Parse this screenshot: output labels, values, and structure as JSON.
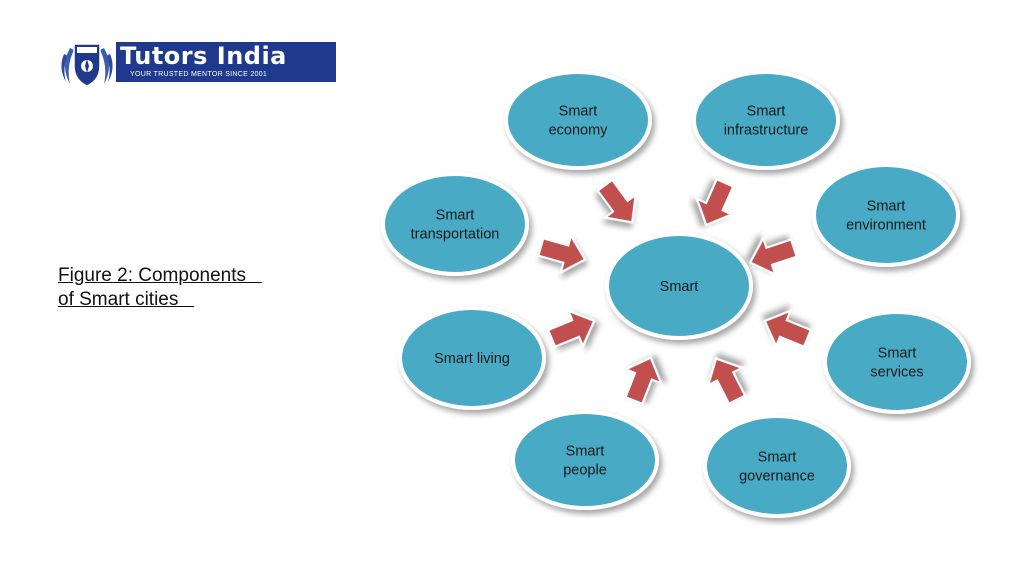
{
  "logo": {
    "name": "Tutors India",
    "tagline": "YOUR TRUSTED MENTOR SINCE 2001"
  },
  "caption": {
    "line1": "Figure 2: Components   ",
    "line2": "of Smart cities   "
  },
  "diagram": {
    "center": {
      "lines": [
        "Smart"
      ]
    },
    "nodes": [
      {
        "id": "economy",
        "lines": [
          "Smart",
          "economy"
        ]
      },
      {
        "id": "infrastructure",
        "lines": [
          "Smart",
          "infrastructure"
        ]
      },
      {
        "id": "environment",
        "lines": [
          "Smart",
          "environment"
        ]
      },
      {
        "id": "services",
        "lines": [
          "Smart",
          "services"
        ]
      },
      {
        "id": "governance",
        "lines": [
          "Smart",
          "governance"
        ]
      },
      {
        "id": "people",
        "lines": [
          "Smart",
          "people"
        ]
      },
      {
        "id": "living",
        "lines": [
          "Smart living"
        ]
      },
      {
        "id": "transportation",
        "lines": [
          "Smart",
          "transportation"
        ]
      }
    ],
    "colors": {
      "circle_fill": "#4aaac5",
      "circle_stroke": "#ffffff",
      "arrow_fill": "#c0504d",
      "arrow_stroke": "#ffffff"
    }
  }
}
